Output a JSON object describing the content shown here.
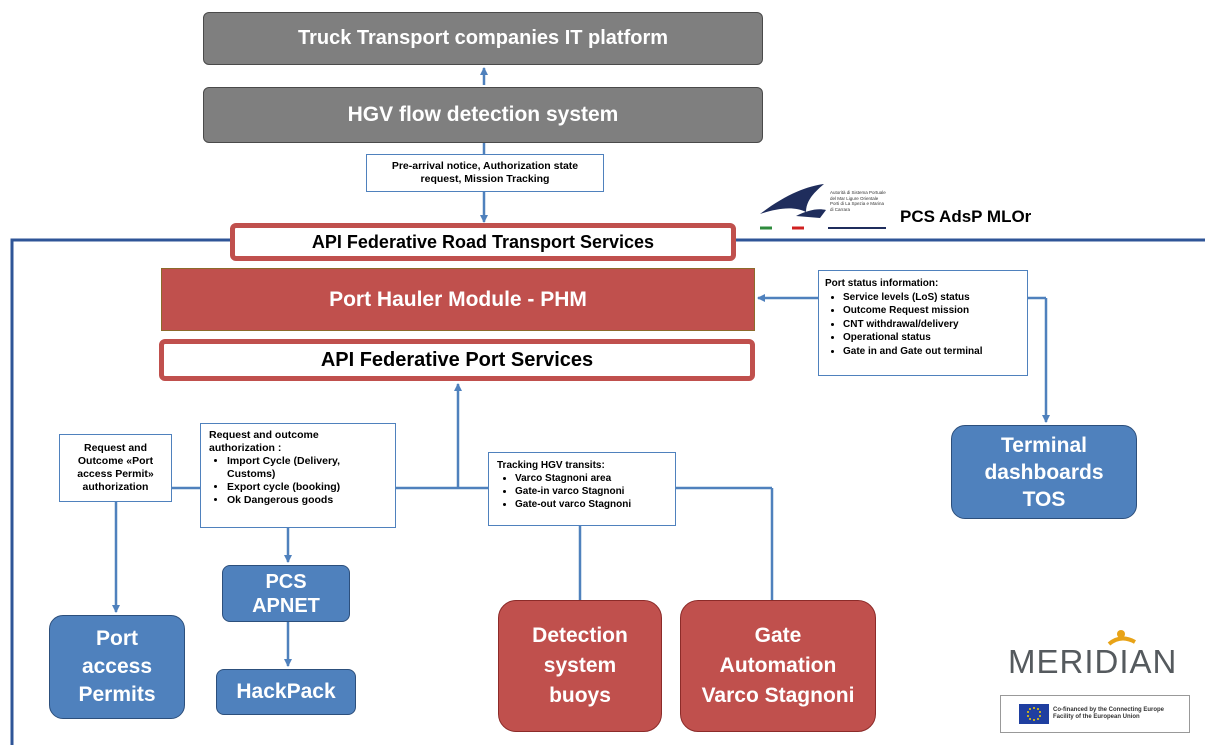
{
  "boxes": {
    "truck_platform": "Truck Transport companies IT platform",
    "hgv_flow": "HGV flow detection system",
    "api_road": "API Federative Road Transport Services",
    "phm": "Port Hauler Module - PHM",
    "api_port": "API Federative Port Services",
    "terminal_line1": "Terminal",
    "terminal_line2": "dashboards",
    "terminal_line3": "TOS",
    "pcs_line1": "PCS",
    "pcs_line2": "APNET",
    "hackpack": "HackPack",
    "port_access_line1": "Port",
    "port_access_line2": "access",
    "port_access_line3": "Permits",
    "detection_line1": "Detection",
    "detection_line2": "system",
    "detection_line3": "buoys",
    "gate_line1": "Gate",
    "gate_line2": "Automation",
    "gate_line3": "Varco Stagnoni"
  },
  "notes": {
    "prearrival_line1": "Pre-arrival notice, Authorization state",
    "prearrival_line2": "request, Mission Tracking",
    "port_status_title": "Port status information:",
    "port_status_items": [
      "Service levels (LoS) status",
      "Outcome Request mission",
      "CNT withdrawal/delivery",
      "Operational status",
      "Gate in and Gate out terminal"
    ],
    "permit_line1": "Request and",
    "permit_line2": "Outcome «Port",
    "permit_line3": "access Permit»",
    "permit_line4": "authorization",
    "auth_title_line1": "Request and outcome",
    "auth_title_line2": "authorization :",
    "auth_items": [
      "Import Cycle (Delivery, Customs)",
      "Export cycle (booking)",
      "Ok Dangerous goods"
    ],
    "tracking_title": "Tracking  HGV transits:",
    "tracking_items": [
      "Varco Stagnoni area",
      "Gate-in varco Stagnoni",
      "Gate-out varco Stagnoni"
    ]
  },
  "logos": {
    "adsp_text": "Autorità di Sistema Portuale del Mar Ligure Orientale Porti di La Spezia e Marina di Carrara",
    "pcs_label": "PCS AdsP MLOr",
    "meridian": "MERIDIAN",
    "eu_text": "Co-financed by the Connecting Europe Facility of the European Union"
  },
  "colors": {
    "blue": "#4f81bd",
    "red": "#c0504d",
    "grey": "#7f7f7f",
    "frame": "#2f5597"
  },
  "icons": [
    "adsp-wave-logo",
    "meridian-person-icon",
    "eu-flag-icon"
  ]
}
